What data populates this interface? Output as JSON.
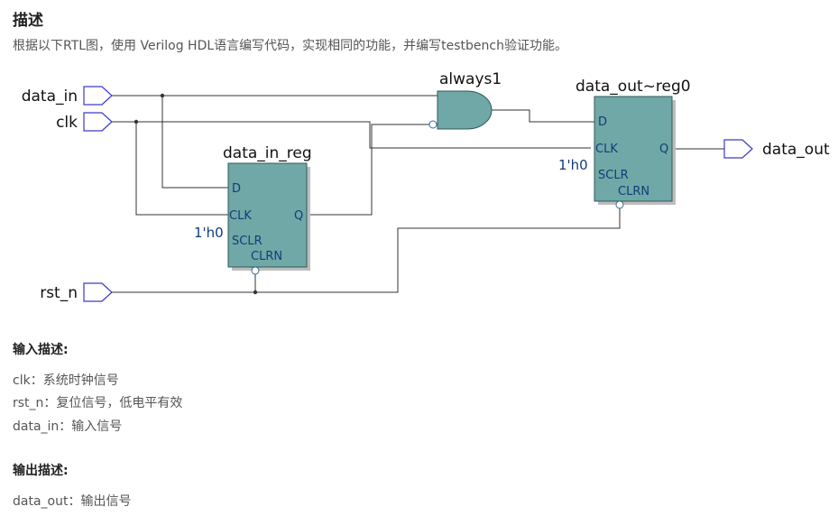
{
  "title": "描述",
  "intro": "根据以下RTL图，使用 Verilog HDL语言编写代码，实现相同的功能，并编写testbench验证功能。",
  "diagram": {
    "inputs": {
      "data_in": "data_in",
      "clk": "clk",
      "rst_n": "rst_n"
    },
    "output": "data_out",
    "gate_label": "always1",
    "reg1": {
      "name": "data_in_reg",
      "d": "D",
      "clk": "CLK",
      "q": "Q",
      "sclr": "SCLR",
      "clrn": "CLRN",
      "const": "1'h0"
    },
    "reg2": {
      "name": "data_out~reg0",
      "d": "D",
      "clk": "CLK",
      "q": "Q",
      "sclr": "SCLR",
      "clrn": "CLRN",
      "const": "1'h0"
    }
  },
  "input_desc": {
    "heading": "输入描述:",
    "lines": [
      "clk：系统时钟信号",
      "rst_n：复位信号，低电平有效",
      "data_in：输入信号"
    ]
  },
  "output_desc": {
    "heading": "输出描述:",
    "lines": [
      "data_out：输出信号"
    ]
  }
}
